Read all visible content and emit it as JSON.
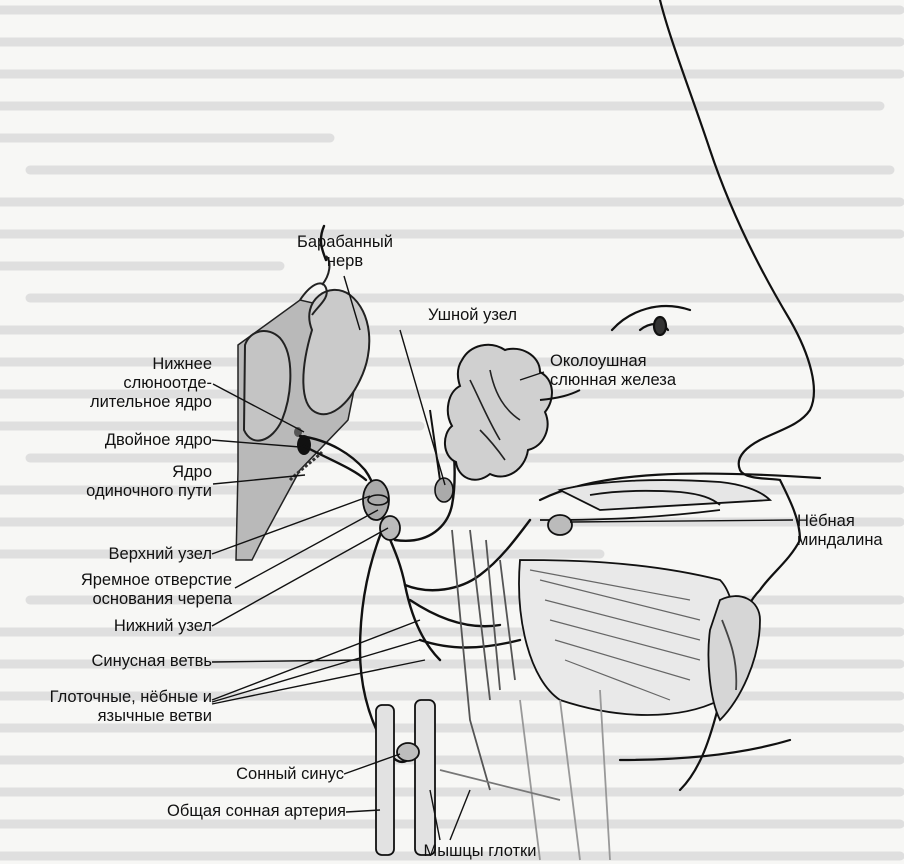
{
  "diagram": {
    "labels": {
      "tympanic_nerve": [
        "Барабанный",
        "нерв"
      ],
      "otic_ganglion": [
        "Ушной узел"
      ],
      "inferior_salivatory_nucleus": [
        "Нижнее",
        "слюноотде-",
        "лительное ядро"
      ],
      "parotid_gland": [
        "Околоушная",
        "слюнная железа"
      ],
      "nucleus_ambiguus": [
        "Двойное ядро"
      ],
      "solitary_nucleus": [
        "Ядро",
        "одиночного пути"
      ],
      "palatine_tonsil": [
        "Нёбная",
        "миндалина"
      ],
      "superior_ganglion": [
        "Верхний узел"
      ],
      "jugular_foramen": [
        "Яремное отверстие",
        "основания черепа"
      ],
      "inferior_ganglion": [
        "Нижний узел"
      ],
      "sinus_branch": [
        "Синусная ветвь"
      ],
      "pharyngeal_palatine_lingual_branches": [
        "Глоточные, нёбные и",
        "язычные ветви"
      ],
      "carotid_sinus": [
        "Сонный синус"
      ],
      "common_carotid_artery": [
        "Общая сонная артерия"
      ],
      "pharyngeal_muscles": [
        "Мышцы глотки"
      ]
    },
    "colors": {
      "ink": "#111111",
      "brain_fill": "#b9b9b9",
      "gland_fill": "#cfcfcf",
      "background_text": "#c9c9c9",
      "paper": "#f7f7f5"
    }
  }
}
